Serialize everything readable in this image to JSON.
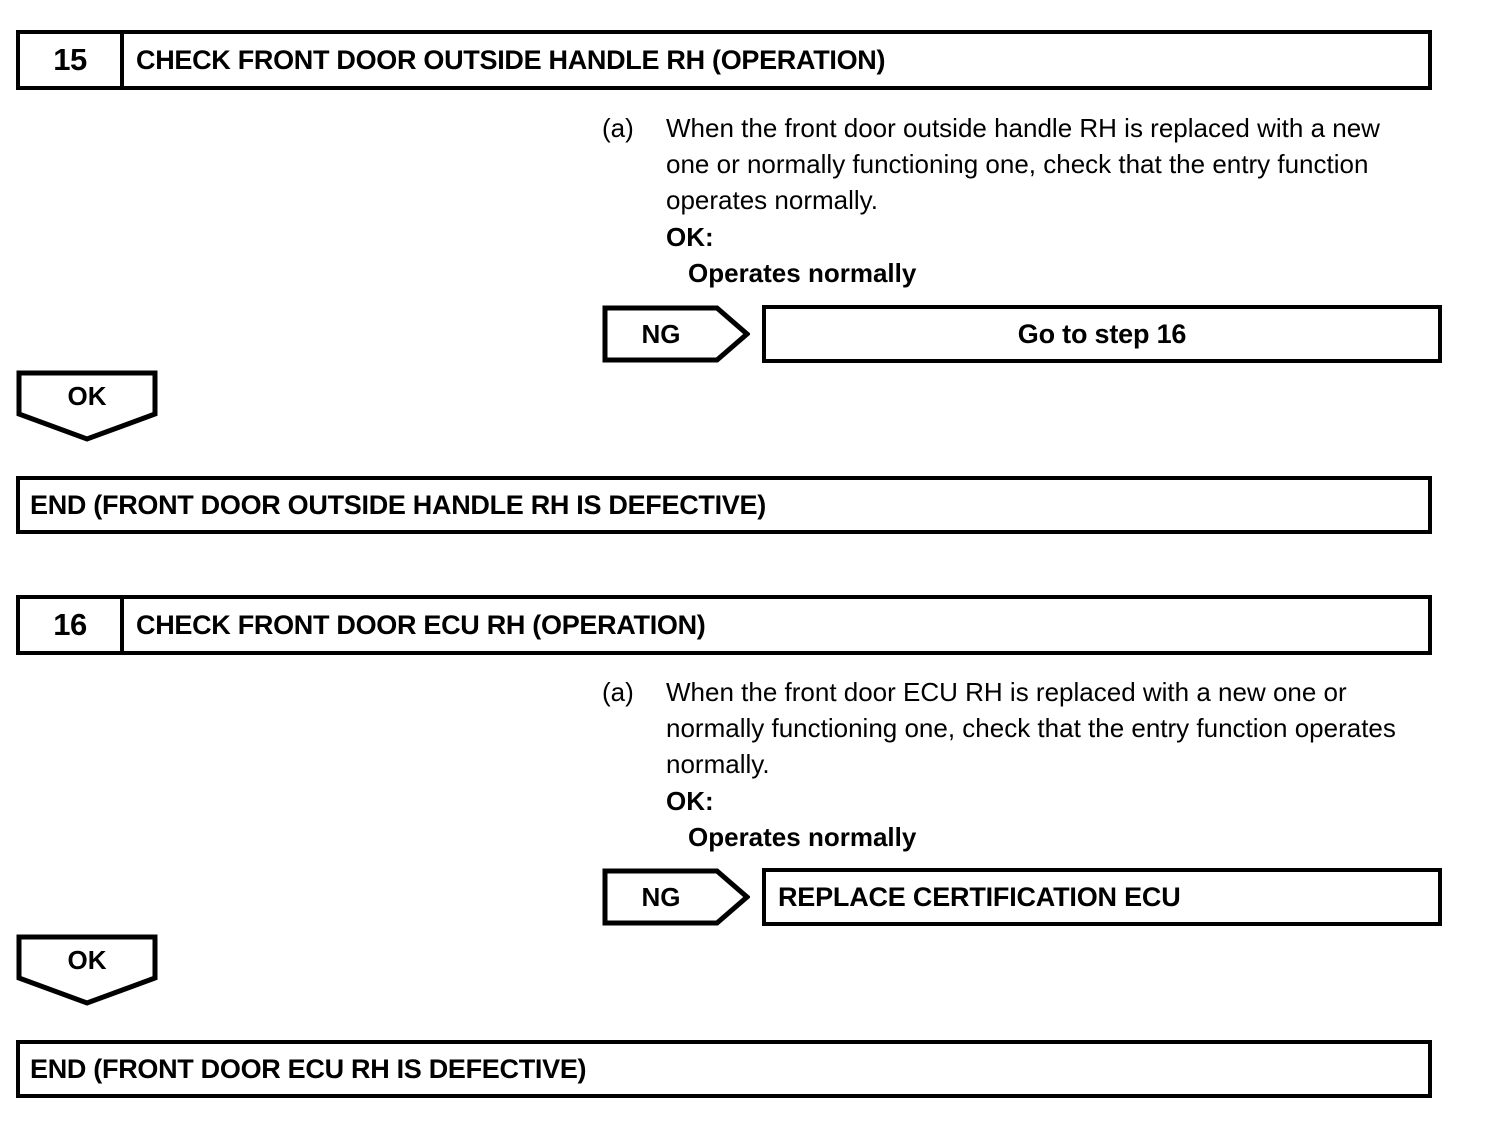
{
  "document": {
    "type": "diagnostic-flowchart",
    "background_color": "#ffffff",
    "line_color": "#000000"
  },
  "steps": [
    {
      "number": "15",
      "title": "CHECK FRONT DOOR OUTSIDE HANDLE RH (OPERATION)",
      "procedure": {
        "marker": "(a)",
        "sentence": "When the front door outside handle RH is replaced with a new one or normally functioning one, check that the entry function operates normally.",
        "ok_label": "OK:",
        "ok_value": "Operates normally"
      },
      "ng_branch": {
        "tag": "NG",
        "result": "Go to step 16",
        "result_align": "center"
      },
      "ok_branch": {
        "tag": "OK"
      },
      "end": "END (FRONT DOOR OUTSIDE HANDLE RH IS DEFECTIVE)"
    },
    {
      "number": "16",
      "title": "CHECK FRONT DOOR ECU RH (OPERATION)",
      "procedure": {
        "marker": "(a)",
        "sentence": "When the front door ECU RH is replaced with a new one or normally functioning one, check that the entry function operates normally.",
        "ok_label": "OK:",
        "ok_value": "Operates normally"
      },
      "ng_branch": {
        "tag": "NG",
        "result": "REPLACE CERTIFICATION ECU",
        "result_align": "left"
      },
      "ok_branch": {
        "tag": "OK"
      },
      "end": "END (FRONT DOOR ECU RH IS DEFECTIVE)"
    }
  ]
}
